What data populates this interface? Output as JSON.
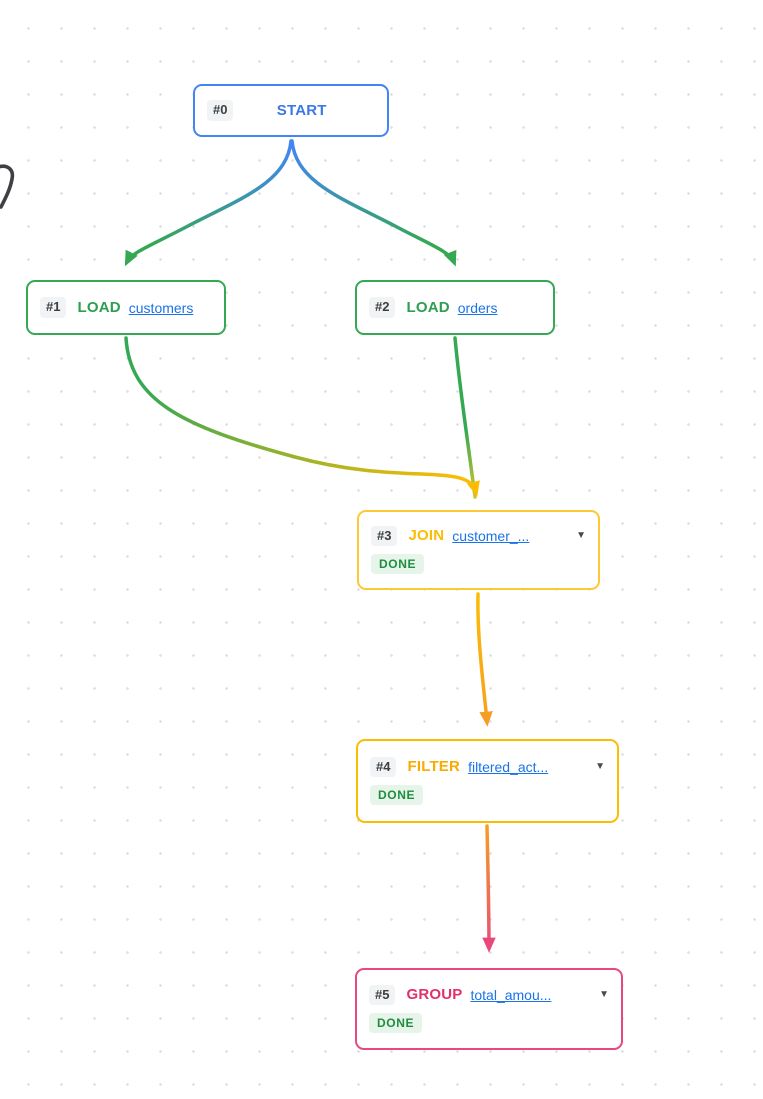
{
  "canvas": {
    "background": "#ffffff",
    "grid_dot_color": "#d8dbdf"
  },
  "colors": {
    "blue": "#4285f4",
    "green": "#34a853",
    "yellow": "#fbbc04",
    "yellow_green": "#d2c52e",
    "orange": "#f59e23",
    "pink": "#e8487c",
    "link": "#1a73e8",
    "id_badge_bg": "#f1f3f4",
    "id_badge_text": "#3c4043",
    "done_bg": "#e6f4ea",
    "done_text": "#1e8e3e",
    "caret": "#474a4e",
    "annotation_stroke": "#3f4043"
  },
  "nodes": [
    {
      "id": "#0",
      "op": "START",
      "accent": "#4285f4",
      "op_color": "#3b78e7"
    },
    {
      "id": "#1",
      "op": "LOAD",
      "link": "customers",
      "accent": "#34a853",
      "op_color": "#2e9e4f"
    },
    {
      "id": "#2",
      "op": "LOAD",
      "link": "orders",
      "accent": "#34a853",
      "op_color": "#2e9e4f"
    },
    {
      "id": "#3",
      "op": "JOIN",
      "link": "customer_...",
      "accent": "#fcc934",
      "op_color": "#fbbc04",
      "status": "DONE"
    },
    {
      "id": "#4",
      "op": "FILTER",
      "link": "filtered_act...",
      "accent": "#fbbc04",
      "op_color": "#f9ab00",
      "status": "DONE"
    },
    {
      "id": "#5",
      "op": "GROUP",
      "link": "total_amou...",
      "accent": "#e8487c",
      "op_color": "#e0316e",
      "status": "DONE"
    }
  ],
  "edges": [
    {
      "from": "#0",
      "to": "#1",
      "gradient": [
        "blue",
        "green"
      ]
    },
    {
      "from": "#0",
      "to": "#2",
      "gradient": [
        "blue",
        "green"
      ]
    },
    {
      "from": "#1",
      "to": "#3",
      "gradient": [
        "green",
        "yellow"
      ]
    },
    {
      "from": "#2",
      "to": "#3",
      "gradient": [
        "green",
        "yellow_green"
      ]
    },
    {
      "from": "#3",
      "to": "#4",
      "gradient": [
        "yellow",
        "orange"
      ]
    },
    {
      "from": "#4",
      "to": "#5",
      "gradient": [
        "orange",
        "pink"
      ]
    }
  ],
  "icons": {
    "caret_glyph": "▼"
  }
}
